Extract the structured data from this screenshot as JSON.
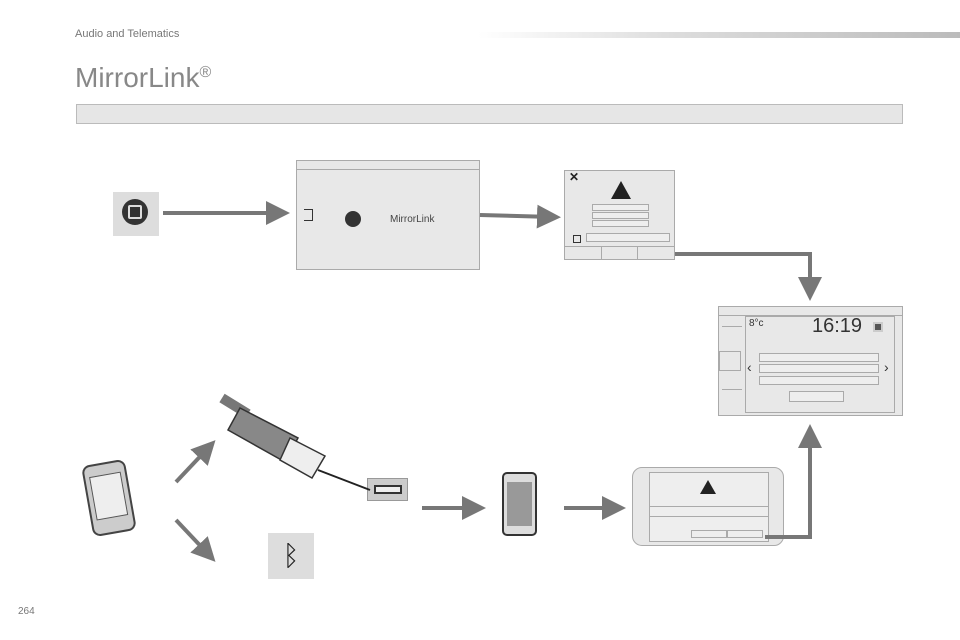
{
  "header": {
    "section": "Audio and Telematics"
  },
  "title": {
    "text": "MirrorLink",
    "mark": "®"
  },
  "screen1": {
    "logo": "MirrorLink"
  },
  "screen3": {
    "temperature": "8°c",
    "time": "16:19"
  },
  "footer": {
    "page_number": "264"
  },
  "icons": [
    "mirrorlink-globe-icon",
    "source-icon",
    "warning-icon",
    "close-icon",
    "checkbox-icon",
    "calendar-icon",
    "usb-cable-icon",
    "usb-port-icon",
    "smartphone-hand-icon",
    "bluetooth-icon",
    "phone-touch-icon"
  ]
}
